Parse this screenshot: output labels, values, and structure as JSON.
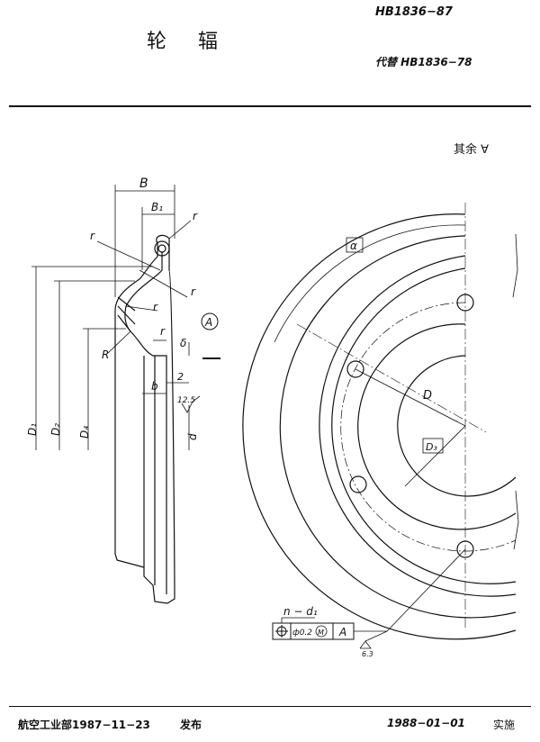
{
  "header": {
    "title": "轮 辐",
    "standard": "HB1836−87",
    "replaces": "代替 HB1836−78"
  },
  "surface": {
    "rest_label": "其余"
  },
  "labels": {
    "B": "B",
    "B1": "B₁",
    "r": "r",
    "R": "R",
    "A": "A",
    "delta": "δ",
    "b": "b",
    "two": "2",
    "rough": "12.5",
    "d": "d",
    "D1": "D₁",
    "D2": "D₂",
    "D4": "D₄",
    "alpha": "α",
    "D": "D",
    "D3": "D₃",
    "n_d1": "n − d₁",
    "tol": "ф0.2",
    "M": "M",
    "ref": "A",
    "rough2": "6.3"
  },
  "footer": {
    "issuer": "航空工业部1987−11−23",
    "publish": "发布",
    "impl_date": "1988−01−01",
    "impl": "实施"
  }
}
